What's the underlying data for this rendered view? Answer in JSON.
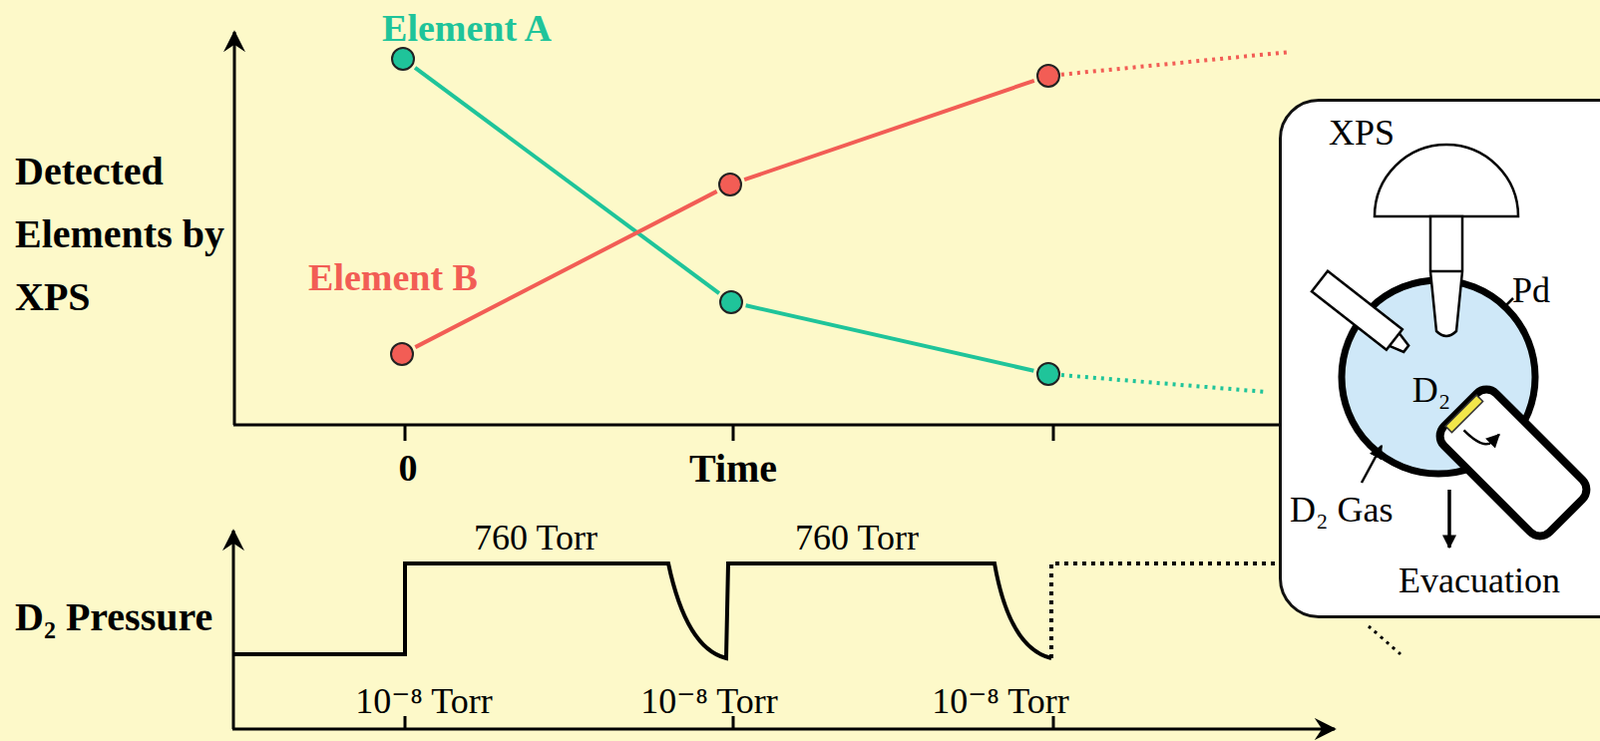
{
  "diagram": {
    "nodes": [
      {
        "text": [
          "XPS",
          "Pd",
          "D₂",
          "D₂ Gas",
          "Evacuation"
        ]
      }
    ],
    "labels": [
      "Element A",
      "Element B",
      "Detected Elements by XPS",
      "0",
      "Time",
      "D₂ Pressure",
      "760 Torr",
      "760 Torr",
      "10⁻⁸ Torr",
      "10⁻⁸ Torr",
      "10⁻⁸ Torr"
    ]
  }
}
